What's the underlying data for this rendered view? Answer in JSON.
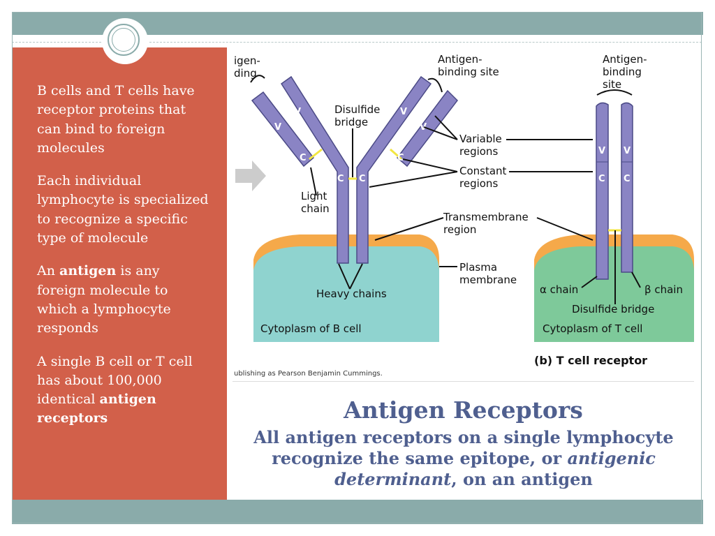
{
  "slide": {
    "title": "Antigen Receptors",
    "subtitle_part1": "All antigen receptors on a single lymphocyte recognize the same epitope, or",
    "subtitle_italic": "antigenic determinant",
    "subtitle_part2": ", on an antigen"
  },
  "bullets": [
    {
      "text": "B cells and T cells have receptor proteins that can bind to foreign molecules"
    },
    {
      "text": "Each individual lymphocyte is specialized to recognize a specific type of molecule"
    },
    {
      "pre": "An",
      "bold": "antigen",
      "post": "is any foreign molecule to which a lymphocyte responds"
    },
    {
      "pre": "A single B cell or T cell has about 100,000 identical",
      "bold": "antigen receptors",
      "post": ""
    }
  ],
  "figure": {
    "labels": {
      "antigen_binding_left_1": "igen-",
      "antigen_binding_left_2": "ding",
      "antigen_binding_site_mid_1": "Antigen-",
      "antigen_binding_site_mid_2": "binding site",
      "antigen_binding_site_right_1": "Antigen-",
      "antigen_binding_site_right_2": "binding",
      "antigen_binding_site_right_3": "site",
      "disulfide_bridge_1": "Disulfide",
      "disulfide_bridge_2": "bridge",
      "variable_regions_1": "Variable",
      "variable_regions_2": "regions",
      "constant_regions_1": "Constant",
      "constant_regions_2": "regions",
      "light_chain_1": "Light",
      "light_chain_2": "chain",
      "transmembrane_1": "Transmembrane",
      "transmembrane_2": "region",
      "plasma_membrane_1": "Plasma",
      "plasma_membrane_2": "membrane",
      "heavy_chains": "Heavy chains",
      "cytoplasm_b": "Cytoplasm of B cell",
      "cytoplasm_t": "Cytoplasm of T cell",
      "alpha_chain": "α chain",
      "beta_chain": "β chain",
      "disulfide_bridge_t": "Disulfide bridge",
      "t_cell_receptor": "(b) T cell receptor",
      "credit": "ublishing as Pearson Benjamin Cummings.",
      "v": "V",
      "c": "C"
    },
    "colors": {
      "chain": "#8a84c4",
      "chain_stroke": "#4b4a86",
      "membrane": "#f5a94a",
      "b_cytoplasm": "#8fd3cf",
      "t_cytoplasm": "#7ec99a",
      "disulfide": "#f2e642"
    }
  }
}
